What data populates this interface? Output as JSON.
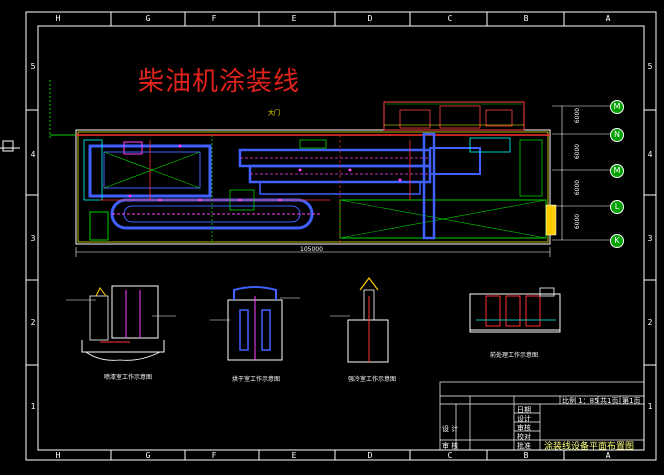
{
  "drawing": {
    "title": "柴油机涂装线",
    "column_labels": [
      "H",
      "G",
      "F",
      "E",
      "D",
      "C",
      "B",
      "A"
    ],
    "row_labels": [
      "5",
      "4",
      "3",
      "2",
      "1"
    ],
    "axis_bubbles": [
      "M",
      "N",
      "M",
      "L",
      "K"
    ],
    "dim_right": [
      "6000",
      "6000",
      "6000",
      "6000"
    ],
    "dim_bottom": "105000",
    "top_label": "大门",
    "section_captions": [
      "喷漆室工作示意图",
      "烘干室工作示意图",
      "强冷室工作示意图",
      "前处理工作示意图"
    ]
  },
  "title_block": {
    "drawing_name": "涂装线设备平面布置图",
    "scale": "比例 1：85",
    "sheets": "共1页",
    "sheet_no": "第1页",
    "rows_right": [
      "日期",
      "设计",
      "审核",
      "校对",
      "批准"
    ],
    "rows_left": [
      "设 计",
      "审 核"
    ]
  }
}
